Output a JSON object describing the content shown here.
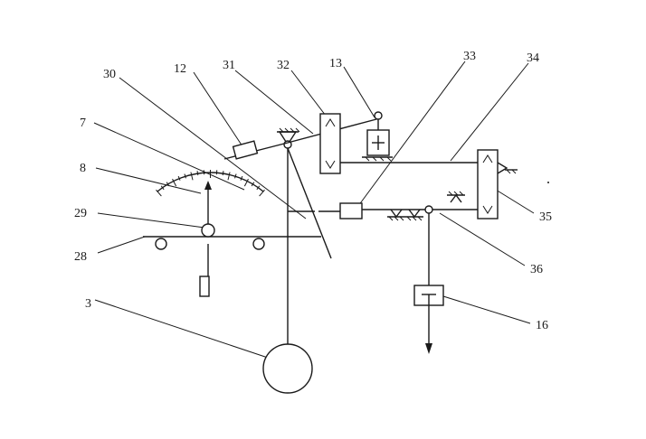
{
  "labels": {
    "l3": "3",
    "l7": "7",
    "l8": "8",
    "l12": "12",
    "l13": "13",
    "l16": "16",
    "l28": "28",
    "l29": "29",
    "l30": "30",
    "l31": "31",
    "l32": "32",
    "l33": "33",
    "l34": "34",
    "l35": "35",
    "l36": "36"
  },
  "colors": {
    "ink": "#1a1a1a",
    "background": "#ffffff"
  }
}
